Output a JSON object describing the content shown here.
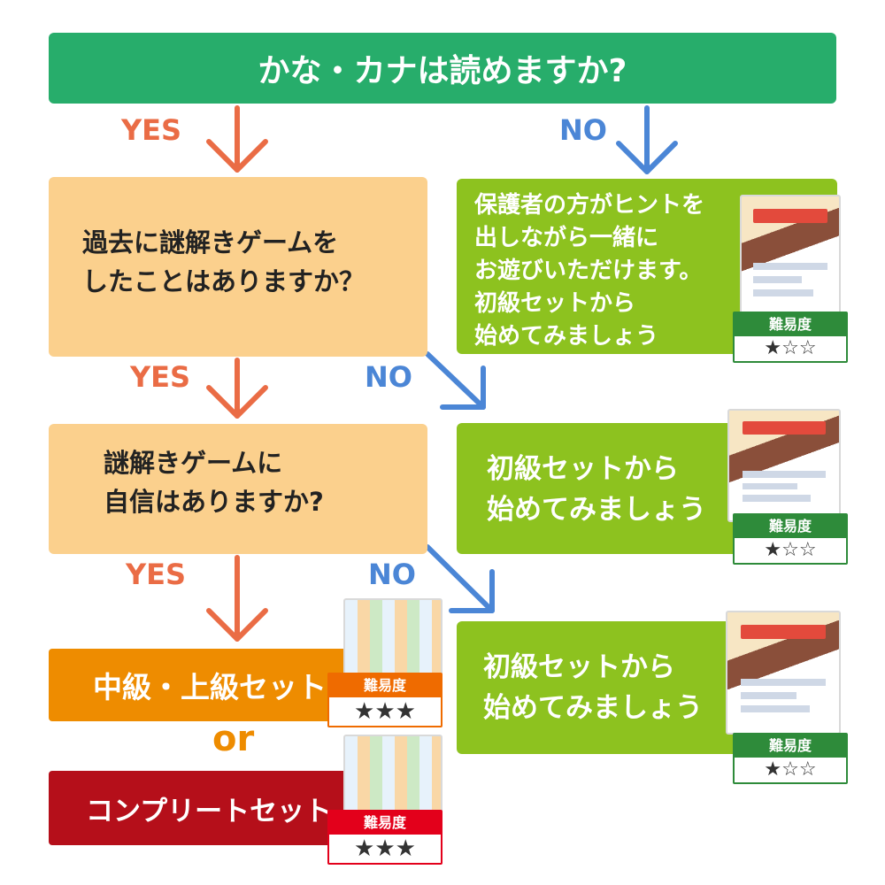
{
  "top_question": "かな・カナは読めますか?",
  "labels": {
    "yes": "YES",
    "no": "NO",
    "or": "or"
  },
  "question1": {
    "lines": [
      "過去に謎解きゲームを",
      "したことはありますか？"
    ]
  },
  "question2": {
    "lines": [
      "謎解きゲームに",
      "自信はありますか?"
    ]
  },
  "result_no_kana": {
    "lines": [
      "保護者の方がヒントを",
      "出しながら一緒に",
      "お遊びいただけます。",
      "初級セットから",
      "始めてみましょう"
    ]
  },
  "result_no_experience": {
    "lines": [
      "初級セットから",
      "始めてみましょう"
    ]
  },
  "result_no_confidence": {
    "lines": [
      "初級セットから",
      "始めてみましょう"
    ]
  },
  "result_intermediate": "中級・上級セット",
  "result_complete": "コンプリートセット",
  "difficulty": {
    "label": "難易度",
    "beginner": "★☆☆",
    "advanced": "★★★"
  },
  "colors": {
    "yes_arrow": "#ea6c45",
    "no_arrow": "#4b86d6",
    "top": "#27ad6b",
    "question": "#fbd08d",
    "result_green": "#8dc21f",
    "intermediate": "#ee8c00",
    "complete": "#b50f1a"
  }
}
